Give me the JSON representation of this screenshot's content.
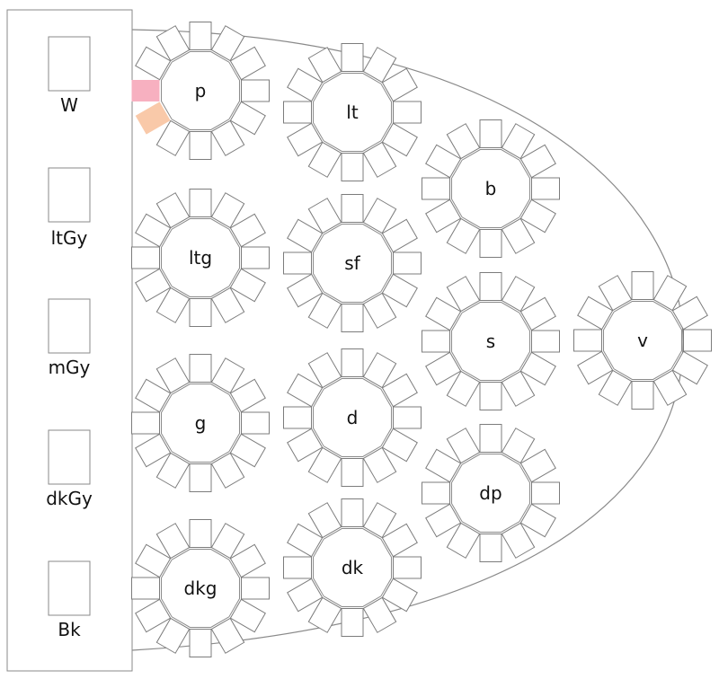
{
  "legend": {
    "swatches": [
      {
        "label": "W"
      },
      {
        "label": "ltGy"
      },
      {
        "label": "mGy"
      },
      {
        "label": "dkGy"
      },
      {
        "label": "Bk"
      }
    ]
  },
  "tables": [
    {
      "id": "p",
      "label": "p",
      "chairs": 12
    },
    {
      "id": "ltg",
      "label": "ltg",
      "chairs": 12
    },
    {
      "id": "g",
      "label": "g",
      "chairs": 12
    },
    {
      "id": "dkg",
      "label": "dkg",
      "chairs": 12
    },
    {
      "id": "lt",
      "label": "lt",
      "chairs": 12
    },
    {
      "id": "sf",
      "label": "sf",
      "chairs": 12
    },
    {
      "id": "d",
      "label": "d",
      "chairs": 12
    },
    {
      "id": "dk",
      "label": "dk",
      "chairs": 12
    },
    {
      "id": "b",
      "label": "b",
      "chairs": 12
    },
    {
      "id": "s",
      "label": "s",
      "chairs": 12
    },
    {
      "id": "dp",
      "label": "dp",
      "chairs": 12
    },
    {
      "id": "v",
      "label": "v",
      "chairs": 12
    }
  ],
  "highlighted_chairs": [
    {
      "table": "p",
      "chair_index": 5,
      "color": "#f9c9a9"
    },
    {
      "table": "p",
      "chair_index": 6,
      "color": "#f7b0c0"
    }
  ],
  "colors": {
    "outline": "#8a8a8a",
    "chair_stroke": "#7c7c7c",
    "text": "#111111"
  }
}
